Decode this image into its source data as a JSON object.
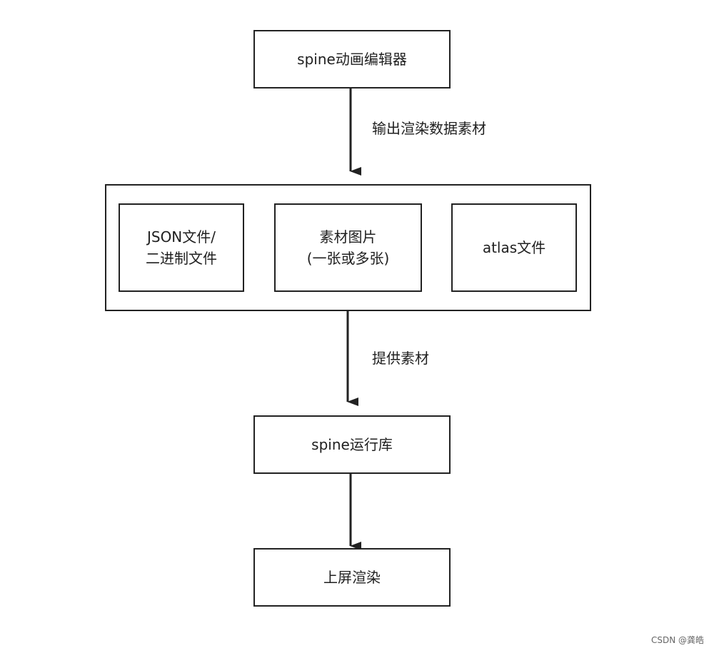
{
  "nodes": {
    "editor": "spine动画编辑器",
    "json_file_line1": "JSON文件/",
    "json_file_line2": "二进制文件",
    "texture_line1": "素材图片",
    "texture_line2": "(一张或多张)",
    "atlas_file": "atlas文件",
    "runtime": "spine运行库",
    "render": "上屏渲染"
  },
  "edges": {
    "editor_to_group": "输出渲染数据素材",
    "group_to_runtime": "提供素材"
  },
  "watermark": "CSDN @龚皓",
  "colors": {
    "stroke": "#222222",
    "text": "#1f1f1f"
  }
}
